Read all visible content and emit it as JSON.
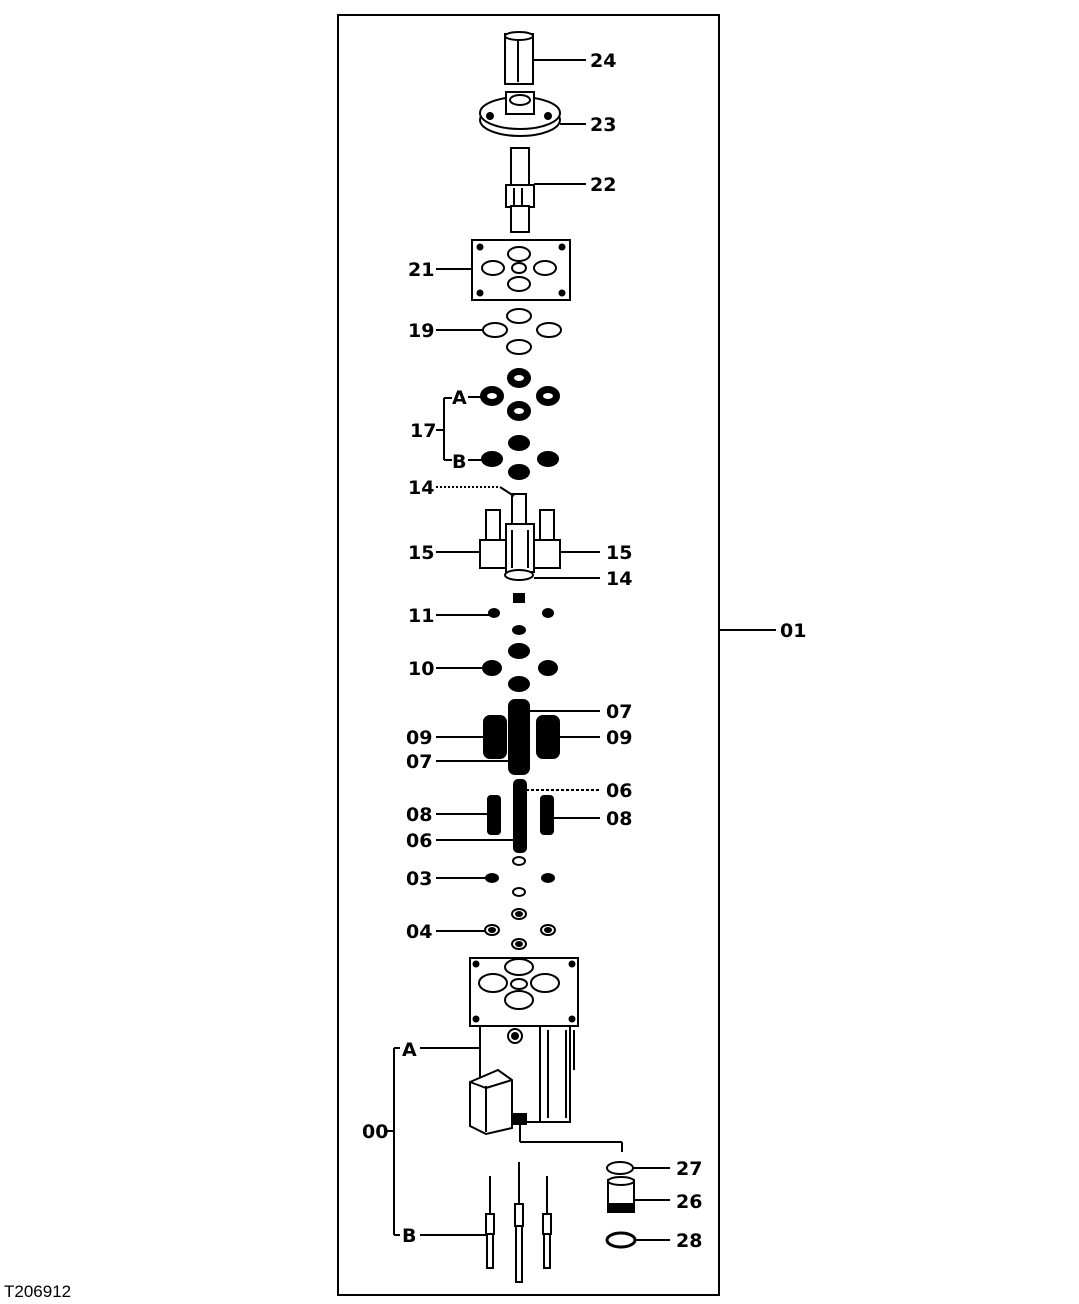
{
  "figure": {
    "id": "T206912",
    "labels": {
      "p24": "24",
      "p23": "23",
      "p22": "22",
      "p21": "21",
      "p19": "19",
      "p17": "17",
      "p17a": "A",
      "p17b": "B",
      "p14_top": "14",
      "p14_bottom": "14",
      "p15_left": "15",
      "p15_right": "15",
      "p11": "11",
      "p10": "10",
      "p07_top": "07",
      "p07_left": "07",
      "p09_left": "09",
      "p09_right": "09",
      "p06_top": "06",
      "p06_left": "06",
      "p08_left": "08",
      "p08_right": "08",
      "p03": "03",
      "p04": "04",
      "p01": "01",
      "p00": "00",
      "p00a": "A",
      "p00b": "B",
      "p27": "27",
      "p26": "26",
      "p28": "28"
    }
  },
  "colors": {
    "ink": "#000000",
    "paper": "#ffffff"
  }
}
